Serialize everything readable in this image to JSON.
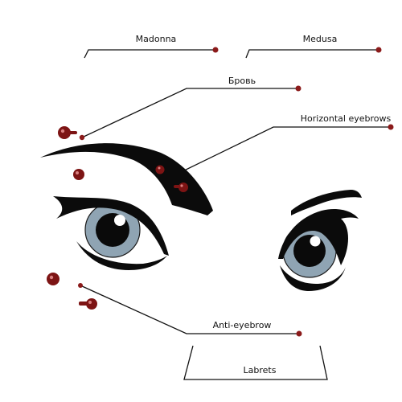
{
  "diagram": {
    "labels": {
      "madonna": "Madonna",
      "medusa": "Medusa",
      "brov": "Бровь",
      "horizontal_eyebrows": "Horizontal eyebrows",
      "anti_eyebrow": "Anti-eyebrow",
      "labrets": "Labrets"
    },
    "colors": {
      "jewelry": "#8b1a1a",
      "iris": "#8fa4b3",
      "ink": "#111111"
    }
  }
}
